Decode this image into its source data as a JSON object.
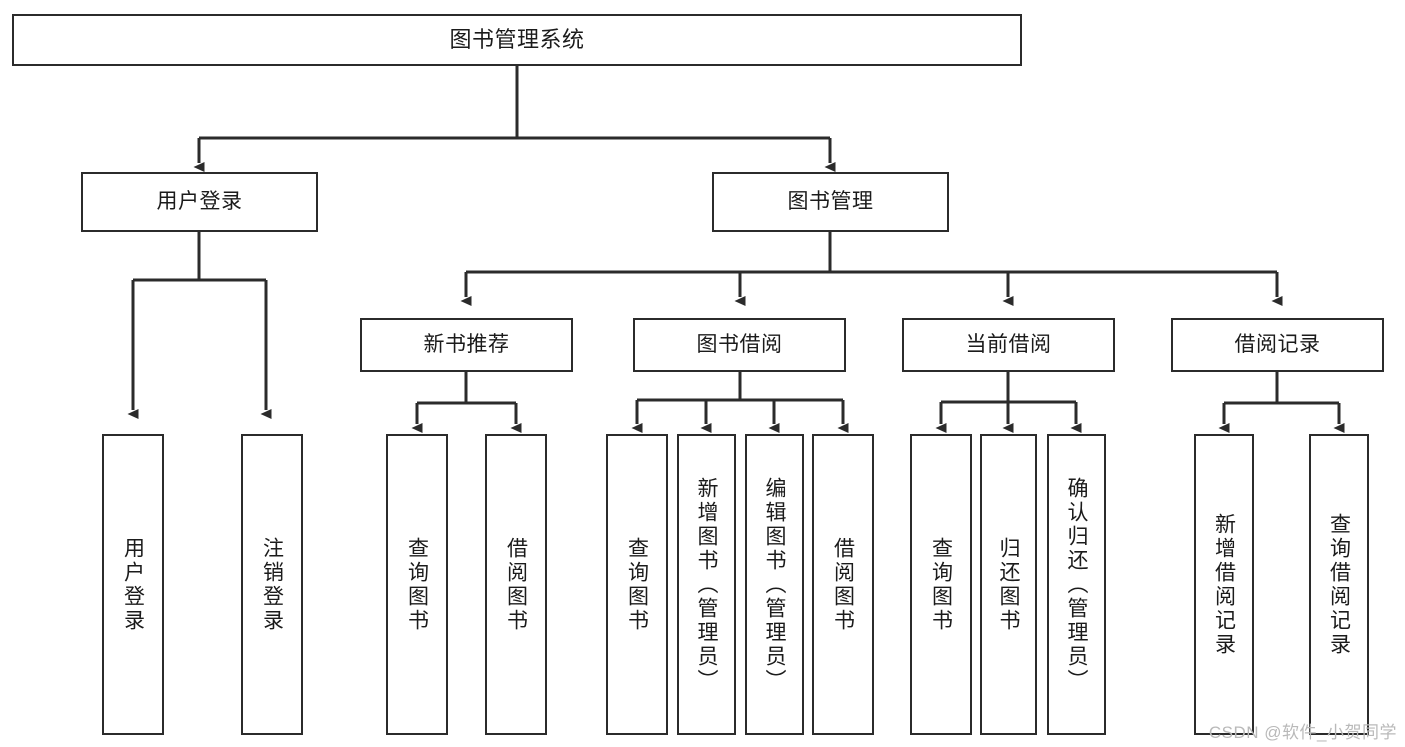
{
  "diagram": {
    "title": "图书管理系统",
    "watermark": "CSDN @软件_小贺同学",
    "stroke_color": "#2b2b2b",
    "background_color": "#ffffff",
    "text_color": "#1b1b1b",
    "watermark_color": "#b9b9b9",
    "type": "tree-hierarchy",
    "levels": 4,
    "nodes": {
      "root": {
        "label": "图书管理系统"
      },
      "level2": [
        {
          "id": "user-login",
          "label": "用户登录"
        },
        {
          "id": "book-manage",
          "label": "图书管理"
        }
      ],
      "level3": [
        {
          "id": "new-book-recommend",
          "label": "新书推荐"
        },
        {
          "id": "book-borrow",
          "label": "图书借阅"
        },
        {
          "id": "current-borrow",
          "label": "当前借阅"
        },
        {
          "id": "borrow-record",
          "label": "借阅记录"
        }
      ],
      "leaves": {
        "user_login": [
          {
            "id": "leaf-user-login",
            "label": "用户登录"
          },
          {
            "id": "leaf-logout",
            "label": "注销登录"
          }
        ],
        "new_book_recommend": [
          {
            "id": "leaf-query-book-1",
            "label": "查询图书"
          },
          {
            "id": "leaf-borrow-book-1",
            "label": "借阅图书"
          }
        ],
        "book_borrow": [
          {
            "id": "leaf-query-book-2",
            "label": "查询图书"
          },
          {
            "id": "leaf-add-book",
            "label": "新增图书（管理员）"
          },
          {
            "id": "leaf-edit-book",
            "label": "编辑图书（管理员）"
          },
          {
            "id": "leaf-borrow-book-2",
            "label": "借阅图书"
          }
        ],
        "current_borrow": [
          {
            "id": "leaf-query-book-3",
            "label": "查询图书"
          },
          {
            "id": "leaf-return-book",
            "label": "归还图书"
          },
          {
            "id": "leaf-confirm-return",
            "label": "确认归还（管理员）"
          }
        ],
        "borrow_record": [
          {
            "id": "leaf-add-record",
            "label": "新增借阅记录"
          },
          {
            "id": "leaf-query-record",
            "label": "查询借阅记录"
          }
        ]
      }
    },
    "edges": [
      {
        "from": "root",
        "to": "user-login"
      },
      {
        "from": "root",
        "to": "book-manage"
      },
      {
        "from": "user-login",
        "to": "leaf-user-login"
      },
      {
        "from": "user-login",
        "to": "leaf-logout"
      },
      {
        "from": "book-manage",
        "to": "new-book-recommend"
      },
      {
        "from": "book-manage",
        "to": "book-borrow"
      },
      {
        "from": "book-manage",
        "to": "current-borrow"
      },
      {
        "from": "book-manage",
        "to": "borrow-record"
      },
      {
        "from": "new-book-recommend",
        "to": "leaf-query-book-1"
      },
      {
        "from": "new-book-recommend",
        "to": "leaf-borrow-book-1"
      },
      {
        "from": "book-borrow",
        "to": "leaf-query-book-2"
      },
      {
        "from": "book-borrow",
        "to": "leaf-add-book"
      },
      {
        "from": "book-borrow",
        "to": "leaf-edit-book"
      },
      {
        "from": "book-borrow",
        "to": "leaf-borrow-book-2"
      },
      {
        "from": "current-borrow",
        "to": "leaf-query-book-3"
      },
      {
        "from": "current-borrow",
        "to": "leaf-return-book"
      },
      {
        "from": "current-borrow",
        "to": "leaf-confirm-return"
      },
      {
        "from": "borrow-record",
        "to": "leaf-add-record"
      },
      {
        "from": "borrow-record",
        "to": "leaf-query-record"
      }
    ]
  }
}
